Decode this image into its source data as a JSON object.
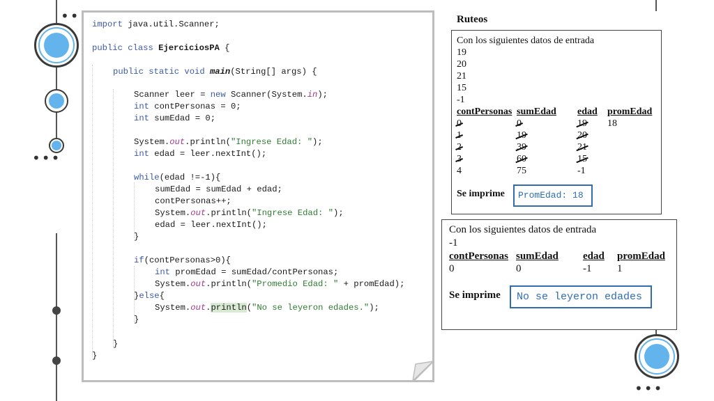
{
  "code": {
    "import_kw": "import",
    "import_rest": " java.util.Scanner;",
    "class_kw": "public class ",
    "class_name": "EjerciciosPA",
    "class_brace": " {",
    "main_kw": "public static void ",
    "main_name": "main",
    "main_rest": "(String[] args) {",
    "l_scanner_a": "Scanner leer = ",
    "l_scanner_new": "new",
    "l_scanner_b": " Scanner(System.",
    "l_scanner_in": "in",
    "l_scanner_c": ");",
    "int_kw": "int",
    "l_cont": " contPersonas = 0;",
    "l_sum": " sumEdad = 0;",
    "sys": "System.",
    "out": "out",
    "println": ".println(",
    "str_ingrese": "\"Ingrese Edad: \"",
    "close_paren": ");",
    "l_edad": " edad = leer.nextInt();",
    "while_kw": "while",
    "while_rest": "(edad !=-1){",
    "l_sum_add": "sumEdad = sumEdad + edad;",
    "l_cont_inc": "contPersonas++;",
    "l_edad2": "edad = leer.nextInt();",
    "brace": "}",
    "if_kw": "if",
    "if_rest": "(contPersonas>0){",
    "l_prom": " promEdad = sumEdad/contPersonas;",
    "str_prom": "\"Promedio Edad: \"",
    "prom_tail": " + promEdad);",
    "else_open": "}",
    "else_kw": "else",
    "else_brace": "{",
    "dot": ".",
    "println_name": "println",
    "open_paren": "(",
    "str_no": "\"No se leyeron edades.\""
  },
  "ruteos": {
    "title": "Ruteos",
    "panel1": {
      "intro": "Con los siguientes datos de entrada",
      "inputs": [
        "19",
        "20",
        "21",
        "15",
        "-1"
      ],
      "headers": [
        "contPersonas",
        "sumEdad",
        "edad",
        "promEdad"
      ],
      "contPersonas": [
        "0",
        "1",
        "2",
        "3",
        "4"
      ],
      "sumEdad": [
        "0",
        "19",
        "39",
        "60",
        "75"
      ],
      "edad": [
        "19",
        "20",
        "21",
        "15",
        "-1"
      ],
      "promEdad": [
        "18"
      ],
      "print_label": "Se imprime",
      "output": "PromEdad: 18"
    },
    "panel2": {
      "intro": "Con los siguientes datos de entrada",
      "inputs": [
        "-1"
      ],
      "headers": [
        "contPersonas",
        "sumEdad",
        "edad",
        "promEdad"
      ],
      "values": [
        "0",
        "0",
        "-1",
        "1"
      ],
      "print_label": "Se imprime",
      "output": "No se leyeron edades"
    }
  },
  "colors": {
    "accent_blue": "#63b3ed",
    "ring_border": "#3a3a3a",
    "output_blue": "#2f6db3",
    "keyword": "#3c5aa6",
    "string": "#2e7d32"
  }
}
